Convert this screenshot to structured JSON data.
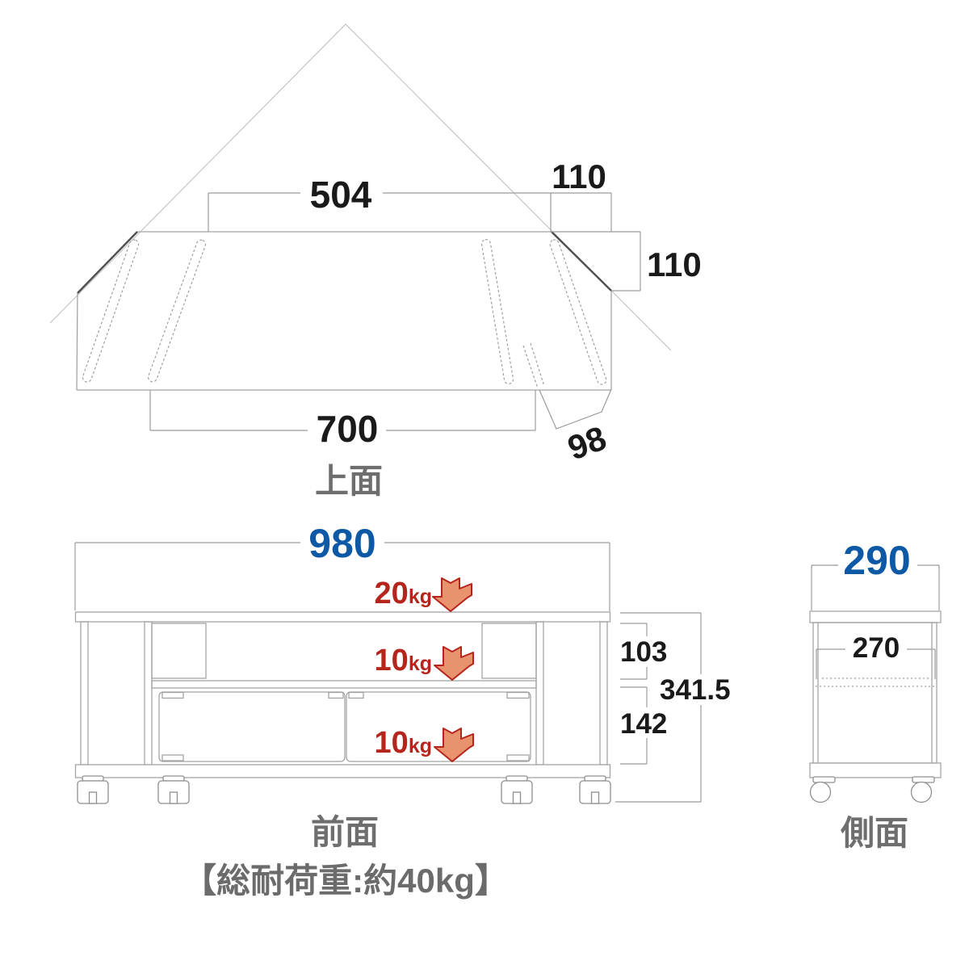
{
  "top_view": {
    "label": "上面",
    "back_width": "504",
    "front_width": "700",
    "corner_width": "110",
    "corner_depth": "110",
    "panel_width": "98"
  },
  "front_view": {
    "label": "前面",
    "total_width": "980",
    "shelf_height": "103",
    "cabinet_height": "142",
    "total_height": "341.5",
    "loads": {
      "top": {
        "value": "20",
        "unit": "kg"
      },
      "middle": {
        "value": "10",
        "unit": "kg"
      },
      "bottom": {
        "value": "10",
        "unit": "kg"
      }
    }
  },
  "side_view": {
    "label": "側面",
    "total_depth": "290",
    "inner_depth": "270"
  },
  "footer": {
    "total_load_note": "【総耐荷重:約40kg】"
  },
  "colors": {
    "dimension_text": "#1a1a1a",
    "primary_dimension": "#0e59a5",
    "load_text": "#b5251c",
    "load_arrow_fill": "#e8926e",
    "view_label_gray": "#6e6e6e",
    "drawing_line": "#a3a3a3"
  }
}
